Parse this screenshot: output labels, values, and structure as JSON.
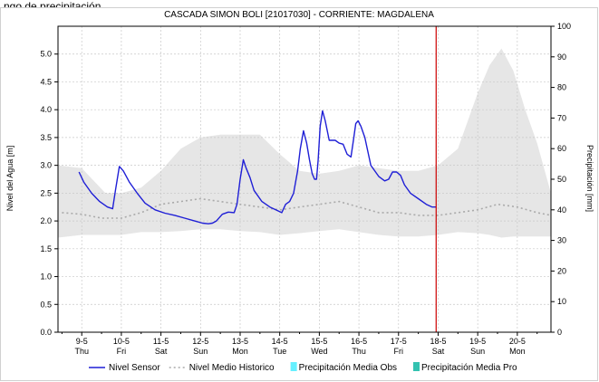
{
  "window": {
    "title": "ngo de precipitación"
  },
  "chart_data": {
    "type": "line",
    "title": "CASCADA SIMON BOLI [21017030] - CORRIENTE: MAGDALENA",
    "ylabel": "Nivel del Agua [m]",
    "y2label": "Precipitación [mm]",
    "ylim": [
      0,
      5.5
    ],
    "y2lim": [
      0,
      100
    ],
    "yticks": [
      "0.0",
      "0.5",
      "1.0",
      "1.5",
      "2.0",
      "2.5",
      "3.0",
      "3.5",
      "4.0",
      "4.5",
      "5.0"
    ],
    "y2ticks": [
      "0",
      "10",
      "20",
      "30",
      "40",
      "50",
      "60",
      "70",
      "80",
      "90",
      "100"
    ],
    "xlim": [
      8.4,
      20.85
    ],
    "xticks": [
      {
        "x": 9,
        "date": "9-5",
        "day": "Thu"
      },
      {
        "x": 10,
        "date": "10-5",
        "day": "Fri"
      },
      {
        "x": 11,
        "date": "11-5",
        "day": "Sat"
      },
      {
        "x": 12,
        "date": "12-5",
        "day": "Sun"
      },
      {
        "x": 13,
        "date": "13-5",
        "day": "Mon"
      },
      {
        "x": 14,
        "date": "14-5",
        "day": "Tue"
      },
      {
        "x": 15,
        "date": "15-5",
        "day": "Wed"
      },
      {
        "x": 16,
        "date": "16-5",
        "day": "Thu"
      },
      {
        "x": 17,
        "date": "17-5",
        "day": "Fri"
      },
      {
        "x": 18,
        "date": "18-5",
        "day": "Sat"
      },
      {
        "x": 19,
        "date": "19-5",
        "day": "Sun"
      },
      {
        "x": 20,
        "date": "20-5",
        "day": "Mon"
      }
    ],
    "current_marker_x": 17.95,
    "grid": true,
    "legend_position": "bottom",
    "colors": {
      "sensor": "#1f1fd6",
      "historic": "#aaaaaa",
      "band": "#e6e6e6",
      "marker": "#cc0000",
      "precip_obs": "#66f0ff",
      "precip_pro": "#33c2b0"
    },
    "series": [
      {
        "name": "Nivel Sensor",
        "style": "solid",
        "x": [
          8.93,
          9.05,
          9.25,
          9.45,
          9.65,
          9.78,
          9.85,
          9.95,
          10.05,
          10.2,
          10.4,
          10.6,
          10.85,
          11.1,
          11.35,
          11.6,
          11.85,
          12.05,
          12.2,
          12.3,
          12.4,
          12.55,
          12.7,
          12.85,
          12.92,
          13.0,
          13.08,
          13.15,
          13.25,
          13.35,
          13.55,
          13.75,
          13.9,
          14.05,
          14.15,
          14.25,
          14.35,
          14.45,
          14.52,
          14.6,
          14.68,
          14.75,
          14.82,
          14.88,
          14.93,
          14.97,
          15.02,
          15.08,
          15.15,
          15.25,
          15.4,
          15.5,
          15.6,
          15.7,
          15.8,
          15.86,
          15.92,
          15.98,
          16.05,
          16.15,
          16.3,
          16.5,
          16.65,
          16.75,
          16.85,
          16.95,
          17.05,
          17.15,
          17.3,
          17.5,
          17.7,
          17.85,
          17.95
        ],
        "values": [
          2.88,
          2.7,
          2.5,
          2.35,
          2.25,
          2.22,
          2.55,
          2.98,
          2.9,
          2.7,
          2.5,
          2.32,
          2.2,
          2.14,
          2.1,
          2.05,
          2.0,
          1.96,
          1.95,
          1.96,
          2.0,
          2.12,
          2.16,
          2.15,
          2.3,
          2.75,
          3.1,
          2.95,
          2.78,
          2.55,
          2.35,
          2.25,
          2.2,
          2.15,
          2.3,
          2.35,
          2.5,
          2.9,
          3.3,
          3.62,
          3.4,
          3.1,
          2.85,
          2.75,
          2.75,
          3.1,
          3.7,
          3.98,
          3.8,
          3.45,
          3.45,
          3.4,
          3.38,
          3.2,
          3.15,
          3.45,
          3.75,
          3.8,
          3.7,
          3.5,
          3.0,
          2.8,
          2.72,
          2.75,
          2.88,
          2.88,
          2.82,
          2.65,
          2.5,
          2.4,
          2.3,
          2.25,
          2.25
        ]
      },
      {
        "name": "Nivel Medio Historico",
        "style": "dotted",
        "x": [
          8.5,
          9.0,
          9.5,
          10.0,
          10.5,
          11.0,
          11.5,
          12.0,
          12.5,
          13.0,
          13.5,
          14.0,
          14.5,
          15.0,
          15.5,
          16.0,
          16.5,
          17.0,
          17.5,
          18.0,
          18.5,
          19.0,
          19.5,
          20.0,
          20.5,
          20.85
        ],
        "values": [
          2.15,
          2.12,
          2.05,
          2.05,
          2.15,
          2.3,
          2.35,
          2.4,
          2.35,
          2.3,
          2.25,
          2.2,
          2.25,
          2.3,
          2.35,
          2.25,
          2.15,
          2.15,
          2.1,
          2.1,
          2.15,
          2.2,
          2.3,
          2.25,
          2.15,
          2.1
        ]
      },
      {
        "name": "Precipitación Media Obs",
        "style": "bar",
        "values": []
      },
      {
        "name": "Precipitación Media Pro",
        "style": "bar",
        "values": []
      }
    ],
    "band": {
      "x": [
        8.4,
        9.0,
        9.6,
        10.0,
        10.5,
        11.0,
        11.5,
        12.0,
        12.5,
        13.0,
        13.5,
        14.0,
        14.5,
        15.0,
        15.5,
        16.0,
        16.5,
        17.0,
        17.5,
        18.0,
        18.5,
        19.0,
        19.3,
        19.6,
        19.9,
        20.2,
        20.5,
        20.85
      ],
      "upper": [
        3.0,
        2.95,
        2.5,
        2.5,
        2.6,
        2.9,
        3.3,
        3.5,
        3.55,
        3.55,
        3.55,
        3.2,
        2.9,
        2.85,
        2.9,
        3.0,
        2.95,
        2.9,
        2.9,
        3.0,
        3.3,
        4.3,
        4.8,
        5.1,
        4.7,
        4.0,
        3.4,
        2.5
      ],
      "lower": [
        1.7,
        1.75,
        1.75,
        1.75,
        1.8,
        1.8,
        1.82,
        1.85,
        1.85,
        1.82,
        1.8,
        1.75,
        1.78,
        1.82,
        1.85,
        1.8,
        1.75,
        1.72,
        1.72,
        1.75,
        1.8,
        1.78,
        1.75,
        1.7,
        1.72,
        1.72,
        1.72,
        1.72
      ]
    }
  }
}
